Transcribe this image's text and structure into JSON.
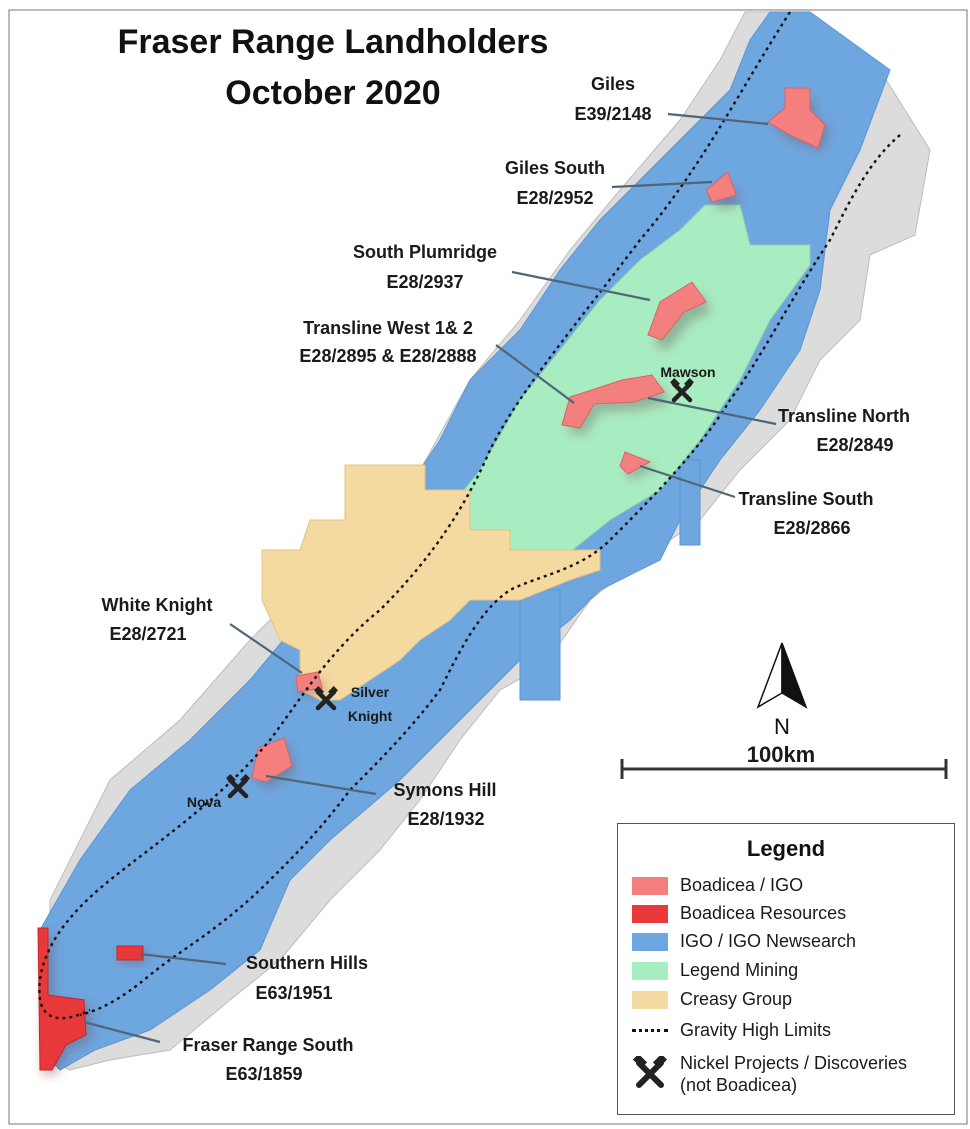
{
  "title": {
    "line1": "Fraser Range Landholders",
    "line2": "October 2020"
  },
  "colors": {
    "boadicea_igo": "#f47f7f",
    "boadicea_resources": "#e8383a",
    "igo_newsearch": "#6ea6e0",
    "legend_mining": "#a8ecc2",
    "creasy_group": "#f4d9a0",
    "background_tenements": "#dcdcdc",
    "leader": "#4f6678"
  },
  "tenements": {
    "giles": {
      "name": "Giles",
      "id": "E39/2148"
    },
    "giles_south": {
      "name": "Giles South",
      "id": "E28/2952"
    },
    "south_plumridge": {
      "name": "South Plumridge",
      "id": "E28/2937"
    },
    "transline_west": {
      "name": "Transline West 1& 2",
      "id": "E28/2895 & E28/2888"
    },
    "transline_north": {
      "name": "Transline North",
      "id": "E28/2849"
    },
    "transline_south": {
      "name": "Transline South",
      "id": "E28/2866"
    },
    "white_knight": {
      "name": "White Knight",
      "id": "E28/2721"
    },
    "symons_hill": {
      "name": "Symons Hill",
      "id": "E28/1932"
    },
    "southern_hills": {
      "name": "Southern Hills",
      "id": "E63/1951"
    },
    "fraser_range_south": {
      "name": "Fraser Range South",
      "id": "E63/1859"
    }
  },
  "discoveries": {
    "mawson": "Mawson",
    "silver_knight_1": "Silver",
    "silver_knight_2": "Knight",
    "nova": "Nova"
  },
  "north_arrow": {
    "label": "N",
    "icon": "north-arrow-icon"
  },
  "scale_bar": {
    "label": "100km"
  },
  "legend": {
    "title": "Legend",
    "items": [
      {
        "label": "Boadicea / IGO",
        "icon": "swatch"
      },
      {
        "label": "Boadicea Resources",
        "icon": "swatch"
      },
      {
        "label": "IGO / IGO Newsearch",
        "icon": "swatch"
      },
      {
        "label": "Legend Mining",
        "icon": "swatch"
      },
      {
        "label": "Creasy Group",
        "icon": "swatch"
      },
      {
        "label": "Gravity High Limits",
        "icon": "dotted-line"
      }
    ],
    "nickel_line1": "Nickel Projects / Discoveries",
    "nickel_line2": "(not Boadicea)"
  }
}
